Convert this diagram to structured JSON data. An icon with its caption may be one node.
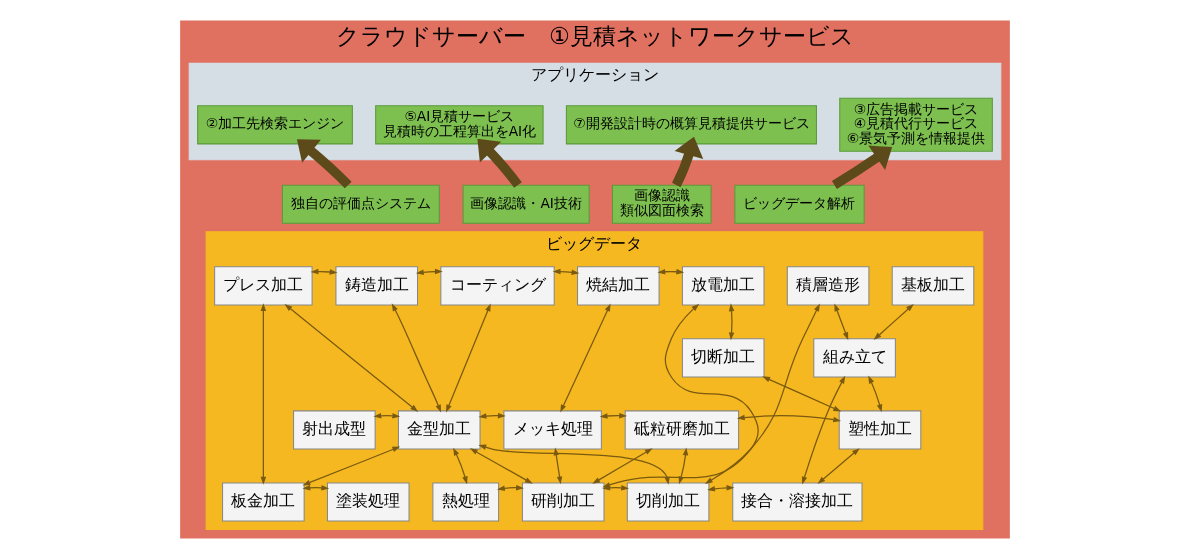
{
  "diagram": {
    "nodes": [
      {
        "text": [
          "クラウドサーバー　①見積ネットワークサービス"
        ]
      },
      {
        "text": [
          "アプリケーション"
        ],
        "in": 0
      },
      {
        "text": [
          "②加工先検索エンジン"
        ],
        "in": 1
      },
      {
        "text": [
          "⑤AI見積サービス",
          "見積時の工程算出をAI化"
        ],
        "in": 1
      },
      {
        "text": [
          "⑦開発設計時の概算見積提供サービス"
        ],
        "in": 1
      },
      {
        "text": [
          "③広告掲載サービス",
          "④見積代行サービス",
          "⑥景気予測を情報提供"
        ],
        "in": 1
      },
      {
        "text": [
          "独自の評価点システム"
        ],
        "in": 0
      },
      {
        "text": [
          "画像認識・AI技術"
        ],
        "in": 0
      },
      {
        "text": [
          "画像認識",
          "類似図面検索"
        ],
        "in": 0
      },
      {
        "text": [
          "ビッグデータ解析"
        ],
        "in": 0
      },
      {
        "text": [
          "ビッグデータ"
        ],
        "in": 0
      },
      {
        "text": [
          "プレス加工"
        ],
        "in": 10
      },
      {
        "text": [
          "鋳造加工"
        ],
        "in": 10
      },
      {
        "text": [
          "コーティング"
        ],
        "in": 10
      },
      {
        "text": [
          "焼結加工"
        ],
        "in": 10
      },
      {
        "text": [
          "放電加工"
        ],
        "in": 10
      },
      {
        "text": [
          "積層造形"
        ],
        "in": 10
      },
      {
        "text": [
          "基板加工"
        ],
        "in": 10
      },
      {
        "text": [
          "切断加工"
        ],
        "in": 10
      },
      {
        "text": [
          "組み立て"
        ],
        "in": 10
      },
      {
        "text": [
          "射出成型"
        ],
        "in": 10
      },
      {
        "text": [
          "金型加工"
        ],
        "in": 10
      },
      {
        "text": [
          "メッキ処理"
        ],
        "in": 10
      },
      {
        "text": [
          "砥粒研磨加工"
        ],
        "in": 10
      },
      {
        "text": [
          "塑性加工"
        ],
        "in": 10
      },
      {
        "text": [
          "板金加工"
        ],
        "in": 10
      },
      {
        "text": [
          "塗装処理"
        ],
        "in": 10
      },
      {
        "text": [
          "熱処理"
        ],
        "in": 10
      },
      {
        "text": [
          "研削加工"
        ],
        "in": 10
      },
      {
        "text": [
          "切削加工"
        ],
        "in": 10
      },
      {
        "text": [
          "接合・溶接加工"
        ],
        "in": 10
      }
    ],
    "edges": [
      {
        "from": 6,
        "to": 2,
        "arrow": "to",
        "style": "thick",
        "color": "#5c4a1a"
      },
      {
        "from": 7,
        "to": 3,
        "arrow": "to",
        "style": "thick",
        "color": "#5c4a1a"
      },
      {
        "from": 8,
        "to": 4,
        "arrow": "to",
        "style": "thick",
        "color": "#5c4a1a"
      },
      {
        "from": 9,
        "to": 5,
        "arrow": "to",
        "style": "thick",
        "color": "#5c4a1a"
      },
      {
        "from": 11,
        "to": 12,
        "arrow": "both"
      },
      {
        "from": 12,
        "to": 13,
        "arrow": "both"
      },
      {
        "from": 13,
        "to": 14,
        "arrow": "both"
      },
      {
        "from": 14,
        "to": 15,
        "arrow": "both"
      },
      {
        "from": 15,
        "to": 18,
        "arrow": "both"
      },
      {
        "from": 17,
        "to": 19,
        "arrow": "both"
      },
      {
        "from": 11,
        "to": 25,
        "arrow": "both"
      },
      {
        "from": 11,
        "to": 21,
        "arrow": "both"
      },
      {
        "from": 12,
        "to": 21,
        "arrow": "both"
      },
      {
        "from": 13,
        "to": 21,
        "arrow": "both"
      },
      {
        "from": 20,
        "to": 21,
        "arrow": "both"
      },
      {
        "from": 21,
        "to": 25,
        "arrow": "both"
      },
      {
        "from": 25,
        "to": 26,
        "arrow": "both"
      },
      {
        "from": 21,
        "to": 27,
        "arrow": "both"
      },
      {
        "from": 27,
        "to": 28,
        "arrow": "both"
      },
      {
        "from": 21,
        "to": 22,
        "arrow": "both"
      },
      {
        "from": 21,
        "to": 28,
        "arrow": "both"
      },
      {
        "from": 21,
        "to": 29,
        "arrow": "both"
      },
      {
        "from": 14,
        "to": 22,
        "arrow": "both"
      },
      {
        "from": 22,
        "to": 28,
        "arrow": "both"
      },
      {
        "from": 22,
        "to": 23,
        "arrow": "both"
      },
      {
        "from": 28,
        "to": 15,
        "arrow": "both"
      },
      {
        "from": 28,
        "to": 23,
        "arrow": "both"
      },
      {
        "from": 28,
        "to": 29,
        "arrow": "both"
      },
      {
        "from": 23,
        "to": 29,
        "arrow": "both"
      },
      {
        "from": 23,
        "to": 24,
        "arrow": "both"
      },
      {
        "from": 18,
        "to": 24,
        "arrow": "both"
      },
      {
        "from": 16,
        "to": 29,
        "arrow": "both"
      },
      {
        "from": 16,
        "to": 19,
        "arrow": "both"
      },
      {
        "from": 24,
        "to": 19,
        "arrow": "both"
      },
      {
        "from": 24,
        "to": 30,
        "arrow": "both"
      },
      {
        "from": 29,
        "to": 30,
        "arrow": "both"
      },
      {
        "from": 30,
        "to": 19,
        "arrow": "both"
      }
    ]
  }
}
